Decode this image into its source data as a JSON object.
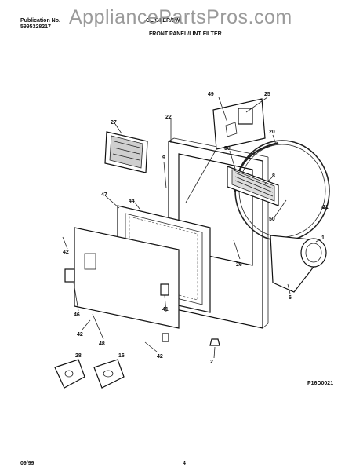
{
  "header": {
    "pub_label": "Publication No.",
    "pub_number": "5995328217",
    "model_code": "GL/GLER/5W",
    "watermark": "AppliancePartsPros.com",
    "title": "FRONT PANEL/LINT FILTER"
  },
  "diagram_code": "P16D0021",
  "footer": {
    "date": "09/99",
    "page": "4"
  },
  "callouts": [
    "49",
    "25",
    "27",
    "22",
    "20",
    "50",
    "8",
    "9",
    "47",
    "44",
    "50",
    "21",
    "1",
    "42",
    "26",
    "6",
    "46",
    "42",
    "48",
    "41",
    "42",
    "2",
    "28",
    "16"
  ]
}
